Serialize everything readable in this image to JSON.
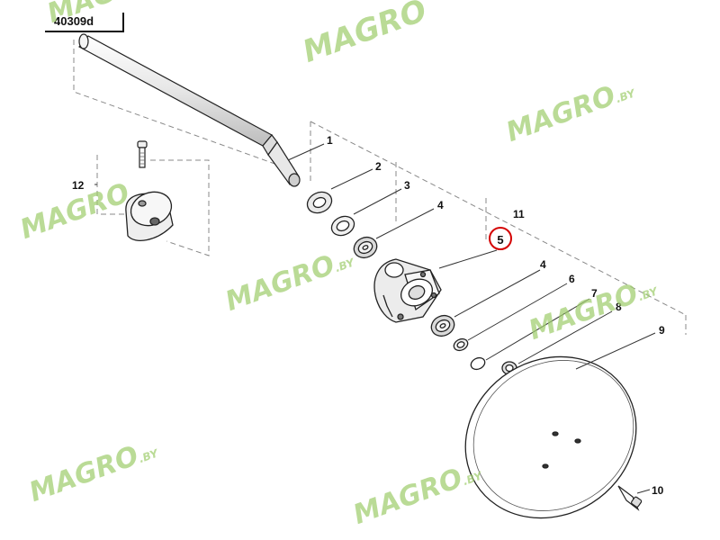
{
  "diagram_code": "40309d",
  "highlighted_part": "5",
  "part_numbers": {
    "p1": "1",
    "p2": "2",
    "p3": "3",
    "p4a": "4",
    "p4b": "4",
    "p6": "6",
    "p7": "7",
    "p8": "8",
    "p9": "9",
    "p10": "10",
    "p11": "11",
    "p12": "12"
  },
  "watermark": {
    "text": "MAGRO",
    "suffix": ".BY"
  },
  "colors": {
    "highlight": "#d40000",
    "watermark": "#a0cd6e",
    "line": "#111111"
  }
}
